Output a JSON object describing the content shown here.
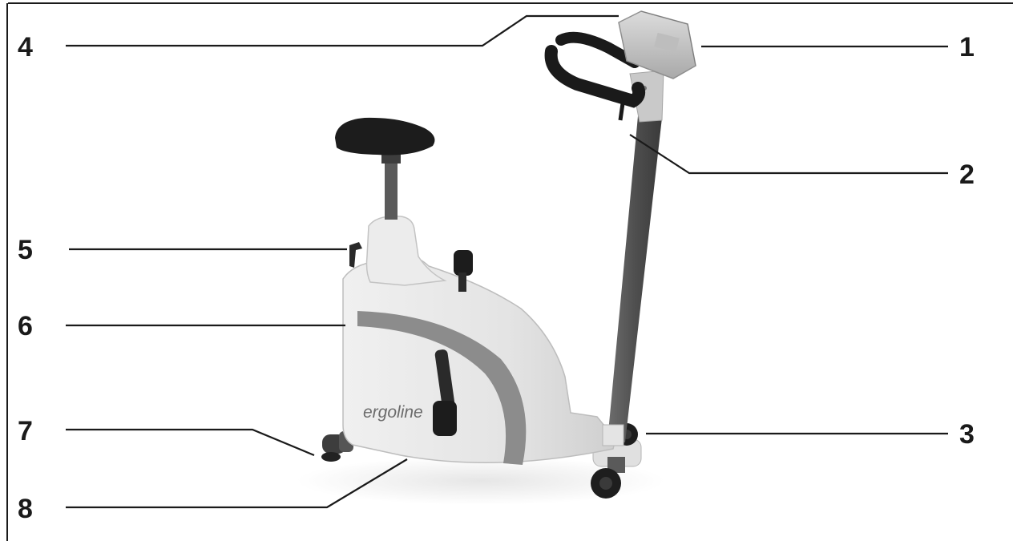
{
  "brand_text": "ergoline",
  "callouts": {
    "c1": "1",
    "c2": "2",
    "c3": "3",
    "c4": "4",
    "c5": "5",
    "c6": "6",
    "c7": "7",
    "c8": "8"
  },
  "colors": {
    "background": "#ffffff",
    "frame": "#e9e9e9",
    "grip": "#1f1f1f",
    "post": "#595959",
    "stripe": "#8c8c8c"
  }
}
